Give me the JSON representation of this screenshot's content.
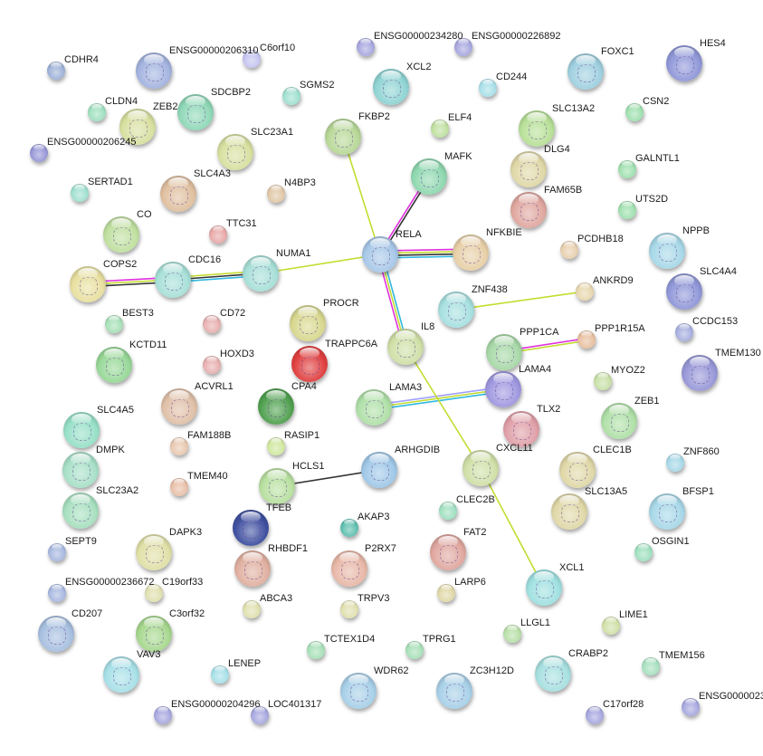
{
  "network": {
    "nodes": [
      {
        "label": "CDHR4",
        "color": "#9fb2d8",
        "has_structure": false
      },
      {
        "label": "ENSG00000206310",
        "color": "#a4b4e0",
        "has_structure": true
      },
      {
        "label": "C6orf10",
        "color": "#c4c4f0",
        "has_structure": false
      },
      {
        "label": "ENSG00000234280",
        "color": "#a8a8e0",
        "has_structure": false
      },
      {
        "label": "ENSG00000226892",
        "color": "#a8a8e0",
        "has_structure": false
      },
      {
        "label": "XCL2",
        "color": "#90d4d4",
        "has_structure": true
      },
      {
        "label": "CD244",
        "color": "#a8e0e8",
        "has_structure": false
      },
      {
        "label": "FOXC1",
        "color": "#a0d0e0",
        "has_structure": true
      },
      {
        "label": "HES4",
        "color": "#9098d8",
        "has_structure": true
      },
      {
        "label": "SDCBP2",
        "color": "#90d8b8",
        "has_structure": true
      },
      {
        "label": "SGMS2",
        "color": "#a0e0d0",
        "has_structure": false
      },
      {
        "label": "CLDN4",
        "color": "#a0e0c0",
        "has_structure": false
      },
      {
        "label": "ZEB2",
        "color": "#d8e0a0",
        "has_structure": true
      },
      {
        "label": "SLC23A1",
        "color": "#d8e0a0",
        "has_structure": true
      },
      {
        "label": "FKBP2",
        "color": "#b8d898",
        "has_structure": true
      },
      {
        "label": "ELF4",
        "color": "#c0e0a0",
        "has_structure": false
      },
      {
        "label": "SLC13A2",
        "color": "#b8e098",
        "has_structure": true
      },
      {
        "label": "CSN2",
        "color": "#a0e0b0",
        "has_structure": false
      },
      {
        "label": "ENSG00000206245",
        "color": "#9898d8",
        "has_structure": false
      },
      {
        "label": "MAFK",
        "color": "#90d8b0",
        "has_structure": true
      },
      {
        "label": "DLG4",
        "color": "#e0d8a8",
        "has_structure": true
      },
      {
        "label": "GALNTL1",
        "color": "#a0e0b0",
        "has_structure": false
      },
      {
        "label": "SERTAD1",
        "color": "#a0e0d0",
        "has_structure": false
      },
      {
        "label": "SLC4A3",
        "color": "#e0c0a0",
        "has_structure": true
      },
      {
        "label": "N4BP3",
        "color": "#e0c8a8",
        "has_structure": false
      },
      {
        "label": "FAM65B",
        "color": "#e0a8a0",
        "has_structure": true
      },
      {
        "label": "UTS2D",
        "color": "#a0e0b0",
        "has_structure": false
      },
      {
        "label": "CO",
        "color": "#c0e0a0",
        "has_structure": true
      },
      {
        "label": "TTC31",
        "color": "#e8a8a8",
        "has_structure": false
      },
      {
        "label": "RELA",
        "color": "#a8c8e8",
        "has_structure": true
      },
      {
        "label": "NFKBIE",
        "color": "#e8d0a8",
        "has_structure": true
      },
      {
        "label": "PCDHB18",
        "color": "#e8d0b0",
        "has_structure": false
      },
      {
        "label": "NPPB",
        "color": "#a8d8e8",
        "has_structure": true
      },
      {
        "label": "NUMA1",
        "color": "#a8e0d8",
        "has_structure": true
      },
      {
        "label": "CDC16",
        "color": "#a8e0d8",
        "has_structure": true
      },
      {
        "label": "COPS2",
        "color": "#e8e0a0",
        "has_structure": true
      },
      {
        "label": "SLC4A4",
        "color": "#9098d8",
        "has_structure": true
      },
      {
        "label": "ANKRD9",
        "color": "#e8d8b0",
        "has_structure": false
      },
      {
        "label": "ZNF438",
        "color": "#a8e0e0",
        "has_structure": true
      },
      {
        "label": "BEST3",
        "color": "#a8e0b8",
        "has_structure": false
      },
      {
        "label": "CD72",
        "color": "#e8b0b0",
        "has_structure": false
      },
      {
        "label": "PROCR",
        "color": "#d8d890",
        "has_structure": true
      },
      {
        "label": "CCDC153",
        "color": "#a8b0e0",
        "has_structure": false
      },
      {
        "label": "PPP1R15A",
        "color": "#e8c0a0",
        "has_structure": false
      },
      {
        "label": "IL8",
        "color": "#d0e0a8",
        "has_structure": true
      },
      {
        "label": "TRAPPC6A",
        "color": "#e04040",
        "has_structure": true
      },
      {
        "label": "KCTD11",
        "color": "#98d898",
        "has_structure": true
      },
      {
        "label": "HOXD3",
        "color": "#e8b0b0",
        "has_structure": false
      },
      {
        "label": "PPP1CA",
        "color": "#a8d8a8",
        "has_structure": true
      },
      {
        "label": "TMEM130",
        "color": "#9898d8",
        "has_structure": true
      },
      {
        "label": "MYOZ2",
        "color": "#c8e0a8",
        "has_structure": false
      },
      {
        "label": "LAMA4",
        "color": "#a098e0",
        "has_structure": true
      },
      {
        "label": "ACVRL1",
        "color": "#e0c0a8",
        "has_structure": true
      },
      {
        "label": "CPA4",
        "color": "#50a050",
        "has_structure": true
      },
      {
        "label": "LAMA3",
        "color": "#b0e0a8",
        "has_structure": true
      },
      {
        "label": "TLX2",
        "color": "#e0a0a8",
        "has_structure": true
      },
      {
        "label": "ZEB1",
        "color": "#b0e0a8",
        "has_structure": true
      },
      {
        "label": "SLC4A5",
        "color": "#98e0c8",
        "has_structure": true
      },
      {
        "label": "FAM188B",
        "color": "#e8c8b0",
        "has_structure": false
      },
      {
        "label": "RASIP1",
        "color": "#d0e8a0",
        "has_structure": false
      },
      {
        "label": "CXCL11",
        "color": "#d0e0a8",
        "has_structure": true
      },
      {
        "label": "CLEC1B",
        "color": "#e0d8a8",
        "has_structure": true
      },
      {
        "label": "ZNF860",
        "color": "#a8d8e8",
        "has_structure": false
      },
      {
        "label": "DMPK",
        "color": "#a8e0c8",
        "has_structure": true
      },
      {
        "label": "ARHGDIB",
        "color": "#a0c8e8",
        "has_structure": true
      },
      {
        "label": "TMEM40",
        "color": "#e8c0a8",
        "has_structure": false
      },
      {
        "label": "HCLS1",
        "color": "#b8e0a0",
        "has_structure": true
      },
      {
        "label": "SLC23A2",
        "color": "#a8e0c0",
        "has_structure": true
      },
      {
        "label": "CLEC2B",
        "color": "#a0e0c0",
        "has_structure": false
      },
      {
        "label": "SLC13A5",
        "color": "#e0d8a8",
        "has_structure": true
      },
      {
        "label": "BFSP1",
        "color": "#a8d8e8",
        "has_structure": true
      },
      {
        "label": "TFEB",
        "color": "#4050a0",
        "has_structure": true
      },
      {
        "label": "AKAP3",
        "color": "#60c0b0",
        "has_structure": false
      },
      {
        "label": "SEPT9",
        "color": "#a8b8e0",
        "has_structure": false
      },
      {
        "label": "DAPK3",
        "color": "#e0e0a8",
        "has_structure": true
      },
      {
        "label": "RHBDF1",
        "color": "#e0b0a0",
        "has_structure": true
      },
      {
        "label": "P2RX7",
        "color": "#e8b8a8",
        "has_structure": true
      },
      {
        "label": "FAT2",
        "color": "#e0a8a0",
        "has_structure": true
      },
      {
        "label": "OSGIN1",
        "color": "#a0e0c0",
        "has_structure": false
      },
      {
        "label": "XCL1",
        "color": "#a0e0e0",
        "has_structure": true
      },
      {
        "label": "ENSG00000236672",
        "color": "#a8b8e0",
        "has_structure": false
      },
      {
        "label": "C19orf33",
        "color": "#e0e0b0",
        "has_structure": false
      },
      {
        "label": "LARP6",
        "color": "#e0d8a8",
        "has_structure": false
      },
      {
        "label": "ABCA3",
        "color": "#e0e0b0",
        "has_structure": false
      },
      {
        "label": "TRPV3",
        "color": "#e0e0b0",
        "has_structure": false
      },
      {
        "label": "CD207",
        "color": "#a8c0e0",
        "has_structure": true
      },
      {
        "label": "C3orf32",
        "color": "#a8d890",
        "has_structure": true
      },
      {
        "label": "LIME1",
        "color": "#d0e0a8",
        "has_structure": false
      },
      {
        "label": "LLGL1",
        "color": "#b8e0a8",
        "has_structure": false
      },
      {
        "label": "TCTEX1D4",
        "color": "#a8e0b8",
        "has_structure": false
      },
      {
        "label": "TPRG1",
        "color": "#a8e0b8",
        "has_structure": false
      },
      {
        "label": "TMEM156",
        "color": "#a8e0c0",
        "has_structure": false
      },
      {
        "label": "VAV3",
        "color": "#a8e0e8",
        "has_structure": true
      },
      {
        "label": "LENEP",
        "color": "#a8e0e8",
        "has_structure": false
      },
      {
        "label": "WDR62",
        "color": "#a8d0e8",
        "has_structure": true
      },
      {
        "label": "ZC3H12D",
        "color": "#a8d0e8",
        "has_structure": true
      },
      {
        "label": "CRABP2",
        "color": "#a8e0e0",
        "has_structure": true
      },
      {
        "label": "C17orf28",
        "color": "#a8a8e0",
        "has_structure": false
      },
      {
        "label": "ENSG0000023",
        "color": "#a8a8e0",
        "has_structure": false
      },
      {
        "label": "ENSG00000204296",
        "color": "#a8a8e0",
        "has_structure": false
      },
      {
        "label": "LOC401317",
        "color": "#a8a8e0",
        "has_structure": false
      }
    ],
    "edge_colors": {
      "textmining": "#c4dc30",
      "experiments": "#e030e0",
      "coexpression": "#333333",
      "databases": "#30b8e0",
      "homology": "#a0a0ff"
    },
    "edges": [
      {
        "source": "RELA",
        "target": "FKBP2",
        "evidence": [
          "textmining"
        ]
      },
      {
        "source": "RELA",
        "target": "MAFK",
        "evidence": [
          "experiments",
          "coexpression"
        ]
      },
      {
        "source": "RELA",
        "target": "NFKBIE",
        "evidence": [
          "experiments",
          "textmining",
          "coexpression",
          "databases"
        ]
      },
      {
        "source": "RELA",
        "target": "NUMA1",
        "evidence": [
          "textmining"
        ]
      },
      {
        "source": "RELA",
        "target": "IL8",
        "evidence": [
          "databases",
          "textmining",
          "experiments"
        ]
      },
      {
        "source": "NUMA1",
        "target": "CDC16",
        "evidence": [
          "databases",
          "coexpression",
          "textmining"
        ]
      },
      {
        "source": "CDC16",
        "target": "COPS2",
        "evidence": [
          "coexpression",
          "textmining",
          "experiments"
        ]
      },
      {
        "source": "ZNF438",
        "target": "ANKRD9",
        "evidence": [
          "textmining"
        ]
      },
      {
        "source": "PPP1CA",
        "target": "PPP1R15A",
        "evidence": [
          "experiments",
          "textmining"
        ]
      },
      {
        "source": "LAMA3",
        "target": "LAMA4",
        "evidence": [
          "homology",
          "textmining",
          "databases"
        ]
      },
      {
        "source": "IL8",
        "target": "CXCL11",
        "evidence": [
          "textmining"
        ]
      },
      {
        "source": "CXCL11",
        "target": "XCL1",
        "evidence": [
          "textmining"
        ]
      },
      {
        "source": "HCLS1",
        "target": "ARHGDIB",
        "evidence": [
          "coexpression"
        ]
      }
    ]
  }
}
